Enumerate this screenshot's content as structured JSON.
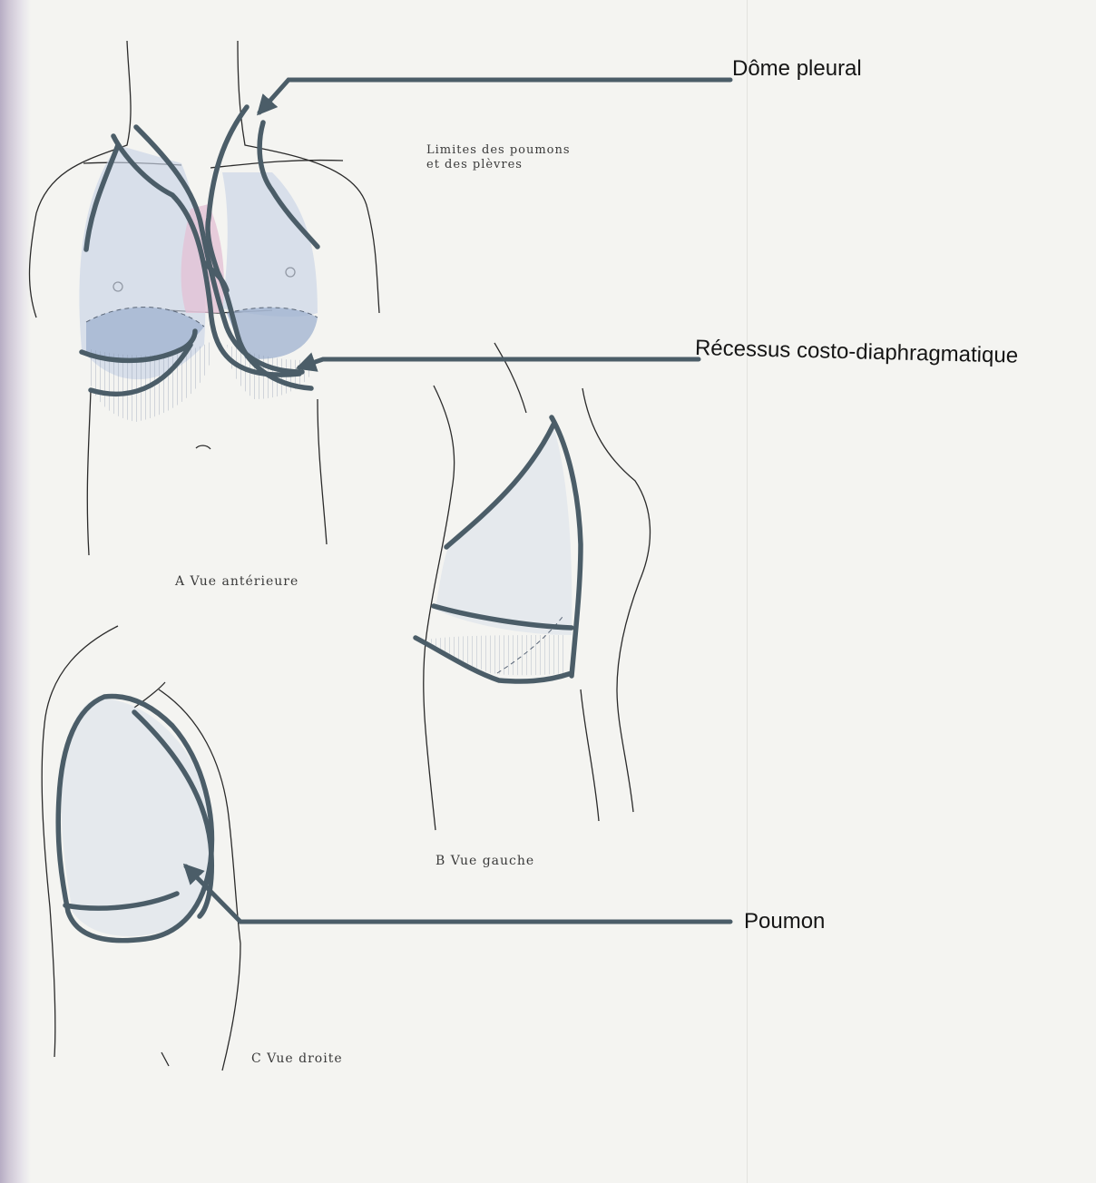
{
  "colors": {
    "background": "#f4f4f1",
    "outline": "#2b2b2b",
    "marker": "#4b5d68",
    "lung_fill": "#c9d4e6",
    "diaphragm_fill": "#9fb2cf",
    "mediastinum_fill": "#e3c2d6"
  },
  "note": {
    "line1": "Limites des poumons",
    "line2": "et des plèvres"
  },
  "labels": {
    "dome": "Dôme pleural",
    "recessus": "Récessus costo-diaphragmatique",
    "poumon": "Poumon"
  },
  "captions": {
    "anterior": "A Vue antérieure",
    "left": "B Vue gauche",
    "right": "C Vue droite"
  }
}
